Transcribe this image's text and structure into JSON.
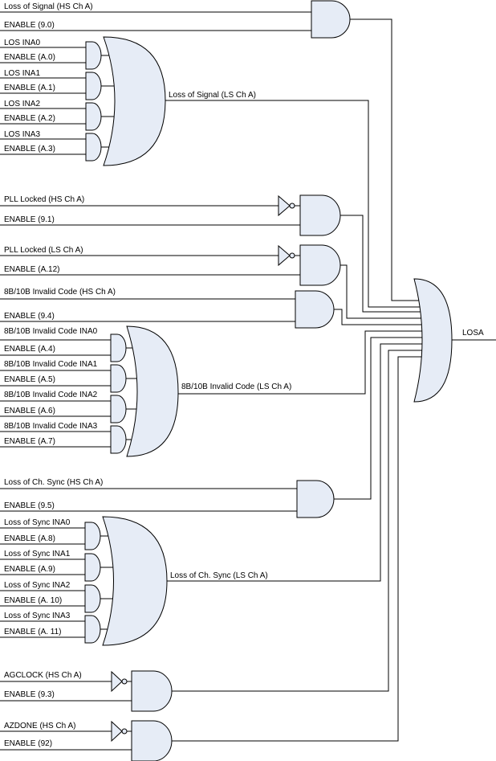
{
  "labels": {
    "los_hs": "Loss of Signal (HS Ch A)",
    "en_9_0": "ENABLE (9.0)",
    "los_ina0": "LOS INA0",
    "en_a_0": "ENABLE (A.0)",
    "los_ina1": "LOS INA1",
    "en_a_1": "ENABLE (A.1)",
    "los_ina2": "LOS INA2",
    "en_a_2": "ENABLE (A.2)",
    "los_ina3": "LOS INA3",
    "en_a_3": "ENABLE (A.3)",
    "los_ls": "Loss of Signal (LS Ch A)",
    "pll_hs": "PLL Locked (HS Ch A)",
    "en_9_1": "ENABLE (9.1)",
    "pll_ls": "PLL Locked (LS Ch A)",
    "en_a_12": "ENABLE (A.12)",
    "inv_hs": "8B/10B Invalid Code (HS Ch A)",
    "en_9_4": "ENABLE (9.4)",
    "inv_ina0": "8B/10B Invalid Code INA0",
    "en_a_4": "ENABLE (A.4)",
    "inv_ina1": "8B/10B Invalid Code INA1",
    "en_a_5": "ENABLE (A.5)",
    "inv_ina2": "8B/10B Invalid Code INA2",
    "en_a_6": "ENABLE (A.6)",
    "inv_ina3": "8B/10B Invalid Code INA3",
    "en_a_7": "ENABLE (A.7)",
    "inv_ls": "8B/10B Invalid Code (LS Ch A)",
    "sync_hs": "Loss of Ch. Sync (HS Ch A)",
    "en_9_5": "ENABLE (9.5)",
    "sync_ina0": "Loss of Sync INA0",
    "en_a_8": "ENABLE (A.8)",
    "sync_ina1": "Loss of Sync INA1",
    "en_a_9": "ENABLE (A.9)",
    "sync_ina2": "Loss of Sync INA2",
    "en_a_10": "ENABLE (A. 10)",
    "sync_ina3": "Loss of Sync INA3",
    "en_a_11": "ENABLE (A. 11)",
    "sync_ls": "Loss of Ch. Sync (LS Ch A)",
    "agc_hs": "AGCLOCK (HS Ch A)",
    "en_9_3": "ENABLE (9.3)",
    "azd_hs": "AZDONE (HS Ch A)",
    "en_9_2": "ENABLE (92)",
    "losa": "LOSA"
  },
  "colors": {
    "gate_fill": "#e6ecf6",
    "line": "#000000",
    "background": "#ffffff"
  }
}
